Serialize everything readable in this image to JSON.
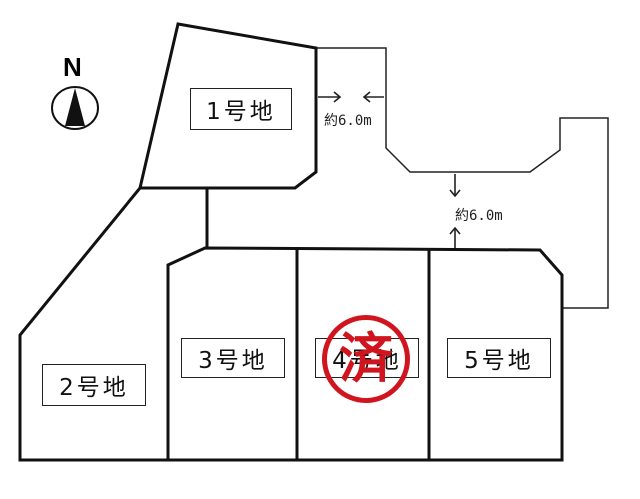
{
  "north": {
    "letter": "N",
    "icon": "north-arrow-icon"
  },
  "lots": [
    {
      "id": "1",
      "label": "1号地"
    },
    {
      "id": "2",
      "label": "2号地"
    },
    {
      "id": "3",
      "label": "3号地"
    },
    {
      "id": "4",
      "label": "4号地"
    },
    {
      "id": "5",
      "label": "5号地"
    }
  ],
  "roads": [
    {
      "width_label": "約6.0m"
    },
    {
      "width_label": "約6.0m"
    }
  ],
  "sold_stamp": {
    "text": "済",
    "color": "#d0151f"
  }
}
